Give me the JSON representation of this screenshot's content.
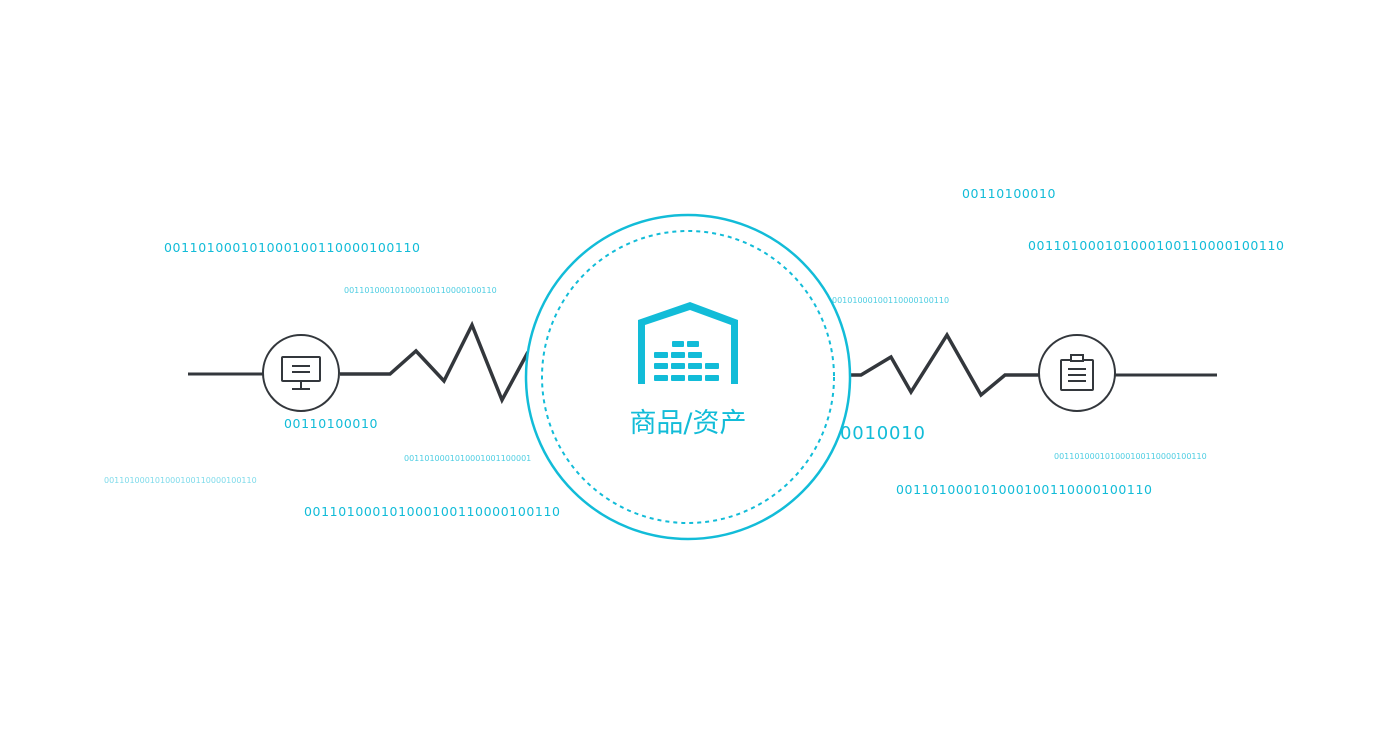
{
  "center": {
    "label": "商品/资产",
    "icon": "warehouse-icon"
  },
  "left_node": {
    "icon": "monitor-icon"
  },
  "right_node": {
    "icon": "clipboard-icon"
  },
  "binary_strings": {
    "left_top_large": "00110100010100010011000010011 0",
    "left_top_small": "00110100010100010011000010011 0",
    "left_short": "00110100010",
    "left_bottom_faint": "00110100010100010011000010011 0",
    "left_bottom_mid": "0011010001010001001100001",
    "left_bottom_large": "00110100010100010011000010011 0",
    "right_top_short": "00110100010",
    "right_top_large": "00110100010100010011000010011 0",
    "right_top_small": "0010100010011000010011 0",
    "right_mid": "0010010",
    "right_bottom_small": "00110100010100010011000010011 0",
    "right_bottom_large": "00110100010100010011000010011 0"
  },
  "colors": {
    "accent": "#12bcd8",
    "accent_light": "#7fd6e6",
    "line": "#33373c"
  }
}
